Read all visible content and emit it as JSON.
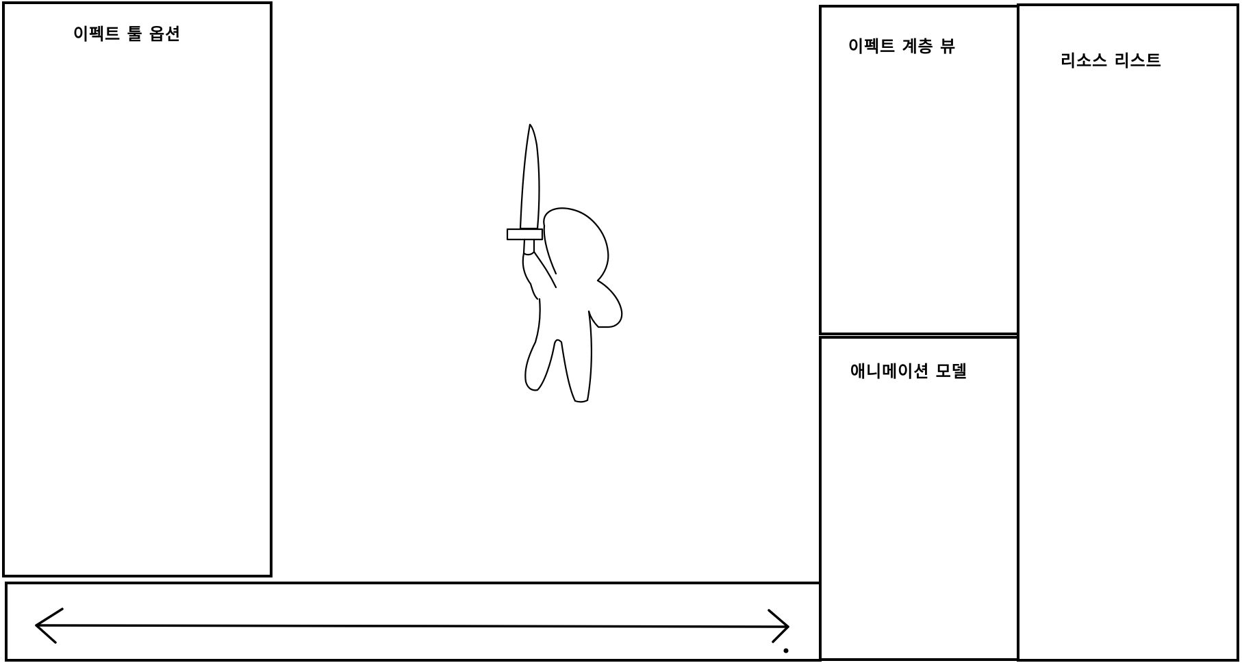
{
  "panels": {
    "effect_tool_options": {
      "title": "이펙트 툴 옵션"
    },
    "effect_hierarchy_view": {
      "title": "이펙트 계층 뷰"
    },
    "animation_model": {
      "title": "애니메이션 모델"
    },
    "resource_list": {
      "title": "리소스 리스트"
    }
  },
  "viewport": {
    "content": "character-with-sword-sketch"
  },
  "timeline": {
    "indicator": "double-headed-arrow"
  },
  "colors": {
    "stroke": "#000000",
    "background": "#ffffff"
  }
}
